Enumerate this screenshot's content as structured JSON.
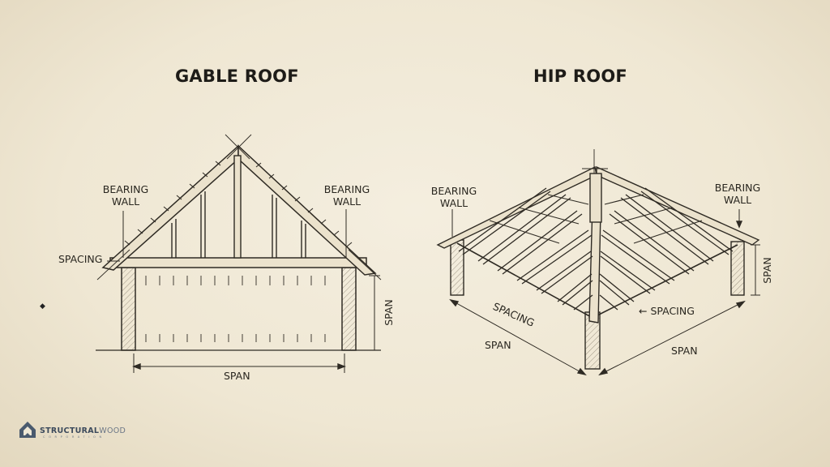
{
  "titles": {
    "gable": "GABLE ROOF",
    "hip": "HIP ROOF"
  },
  "gable_labels": {
    "bearing_wall_left_1": "BEARING",
    "bearing_wall_left_2": "WALL",
    "bearing_wall_right_1": "BEARING",
    "bearing_wall_right_2": "WALL",
    "spacing": "SPACING",
    "span_vertical": "SPAN",
    "span_bottom": "SPAN"
  },
  "hip_labels": {
    "bearing_wall_left_1": "BEARING",
    "bearing_wall_left_2": "WALL",
    "bearing_wall_right_1": "BEARING",
    "bearing_wall_right_2": "WALL",
    "spacing_left": "SPACING",
    "spacing_right": "← SPACING",
    "span_right_vertical": "SPAN",
    "span_left": "SPAN",
    "span_right": "SPAN"
  },
  "logo": {
    "main": "STRUCTURAL",
    "accent": "WOOD",
    "sub": "CORPORATION"
  },
  "colors": {
    "paper": "#efe8d6",
    "ink": "#2a2720",
    "logo": "#3c4a5c"
  }
}
